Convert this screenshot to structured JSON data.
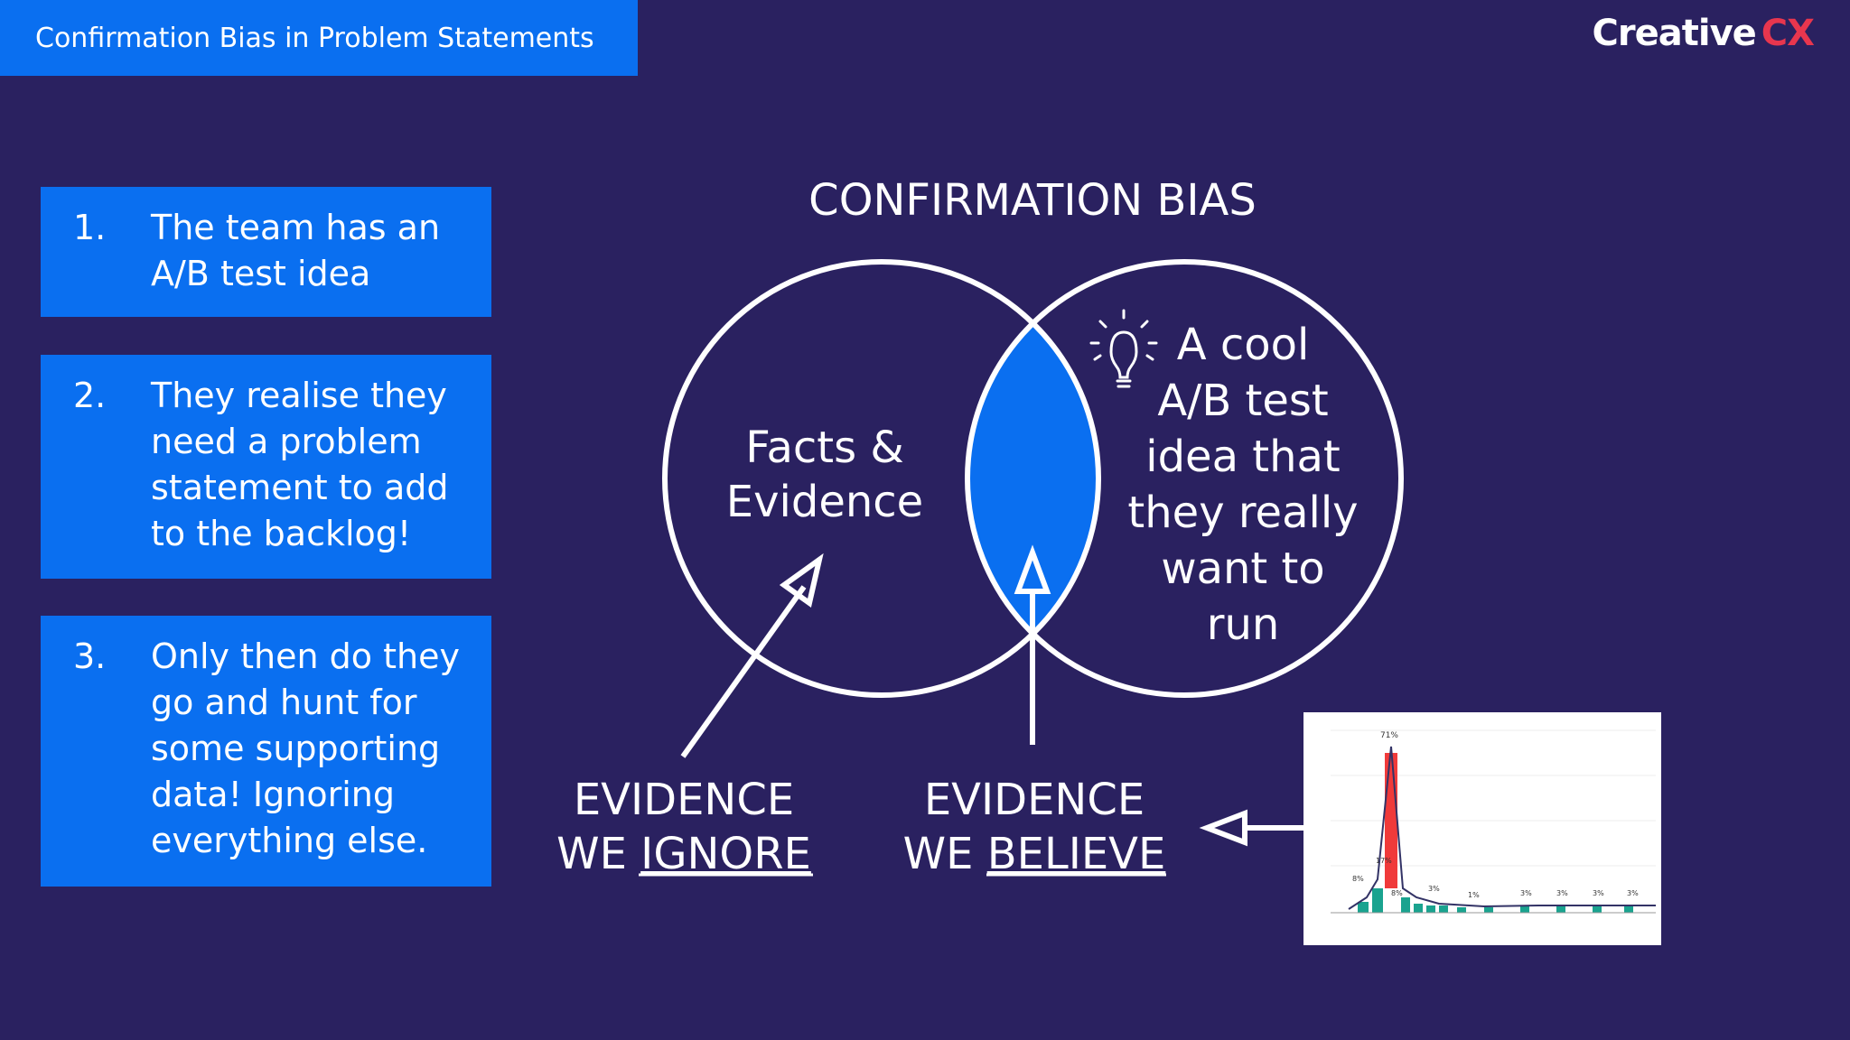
{
  "header": {
    "title": "Confirmation Bias in Problem Statements",
    "logo_text": "Creative",
    "logo_accent": "CX",
    "logo_accent_color": "#e8364e"
  },
  "steps": [
    {
      "number": "1.",
      "text": "The team has an A/B test idea"
    },
    {
      "number": "2.",
      "text": "They realise they need a problem statement to add to the backlog!"
    },
    {
      "number": "3.",
      "text": "Only then do they go and hunt for some supporting data! Ignoring everything else."
    }
  ],
  "diagram": {
    "title": "CONFIRMATION BIAS",
    "left_circle_lines": [
      "Facts &",
      "Evidence"
    ],
    "right_circle_lines": [
      "A cool",
      "A/B test",
      "idea that",
      "they really",
      "want to",
      "run"
    ],
    "right_circle_icon": "lightbulb-icon",
    "label_ignore_line1": "EVIDENCE",
    "label_ignore_prefix": "WE ",
    "label_ignore_emph": "IGNORE",
    "label_believe_line1": "EVIDENCE",
    "label_believe_prefix": "WE ",
    "label_believe_emph": "BELIEVE",
    "intersection_color": "#0a6ff0"
  },
  "mini_chart": {
    "peak_label": "71%",
    "labels": [
      "17%",
      "8%",
      "8%",
      "3%",
      "1%",
      "3%",
      "3%",
      "3%",
      "3%"
    ]
  },
  "colors": {
    "background": "#2a2160",
    "accent_blue": "#0a6ff0"
  }
}
